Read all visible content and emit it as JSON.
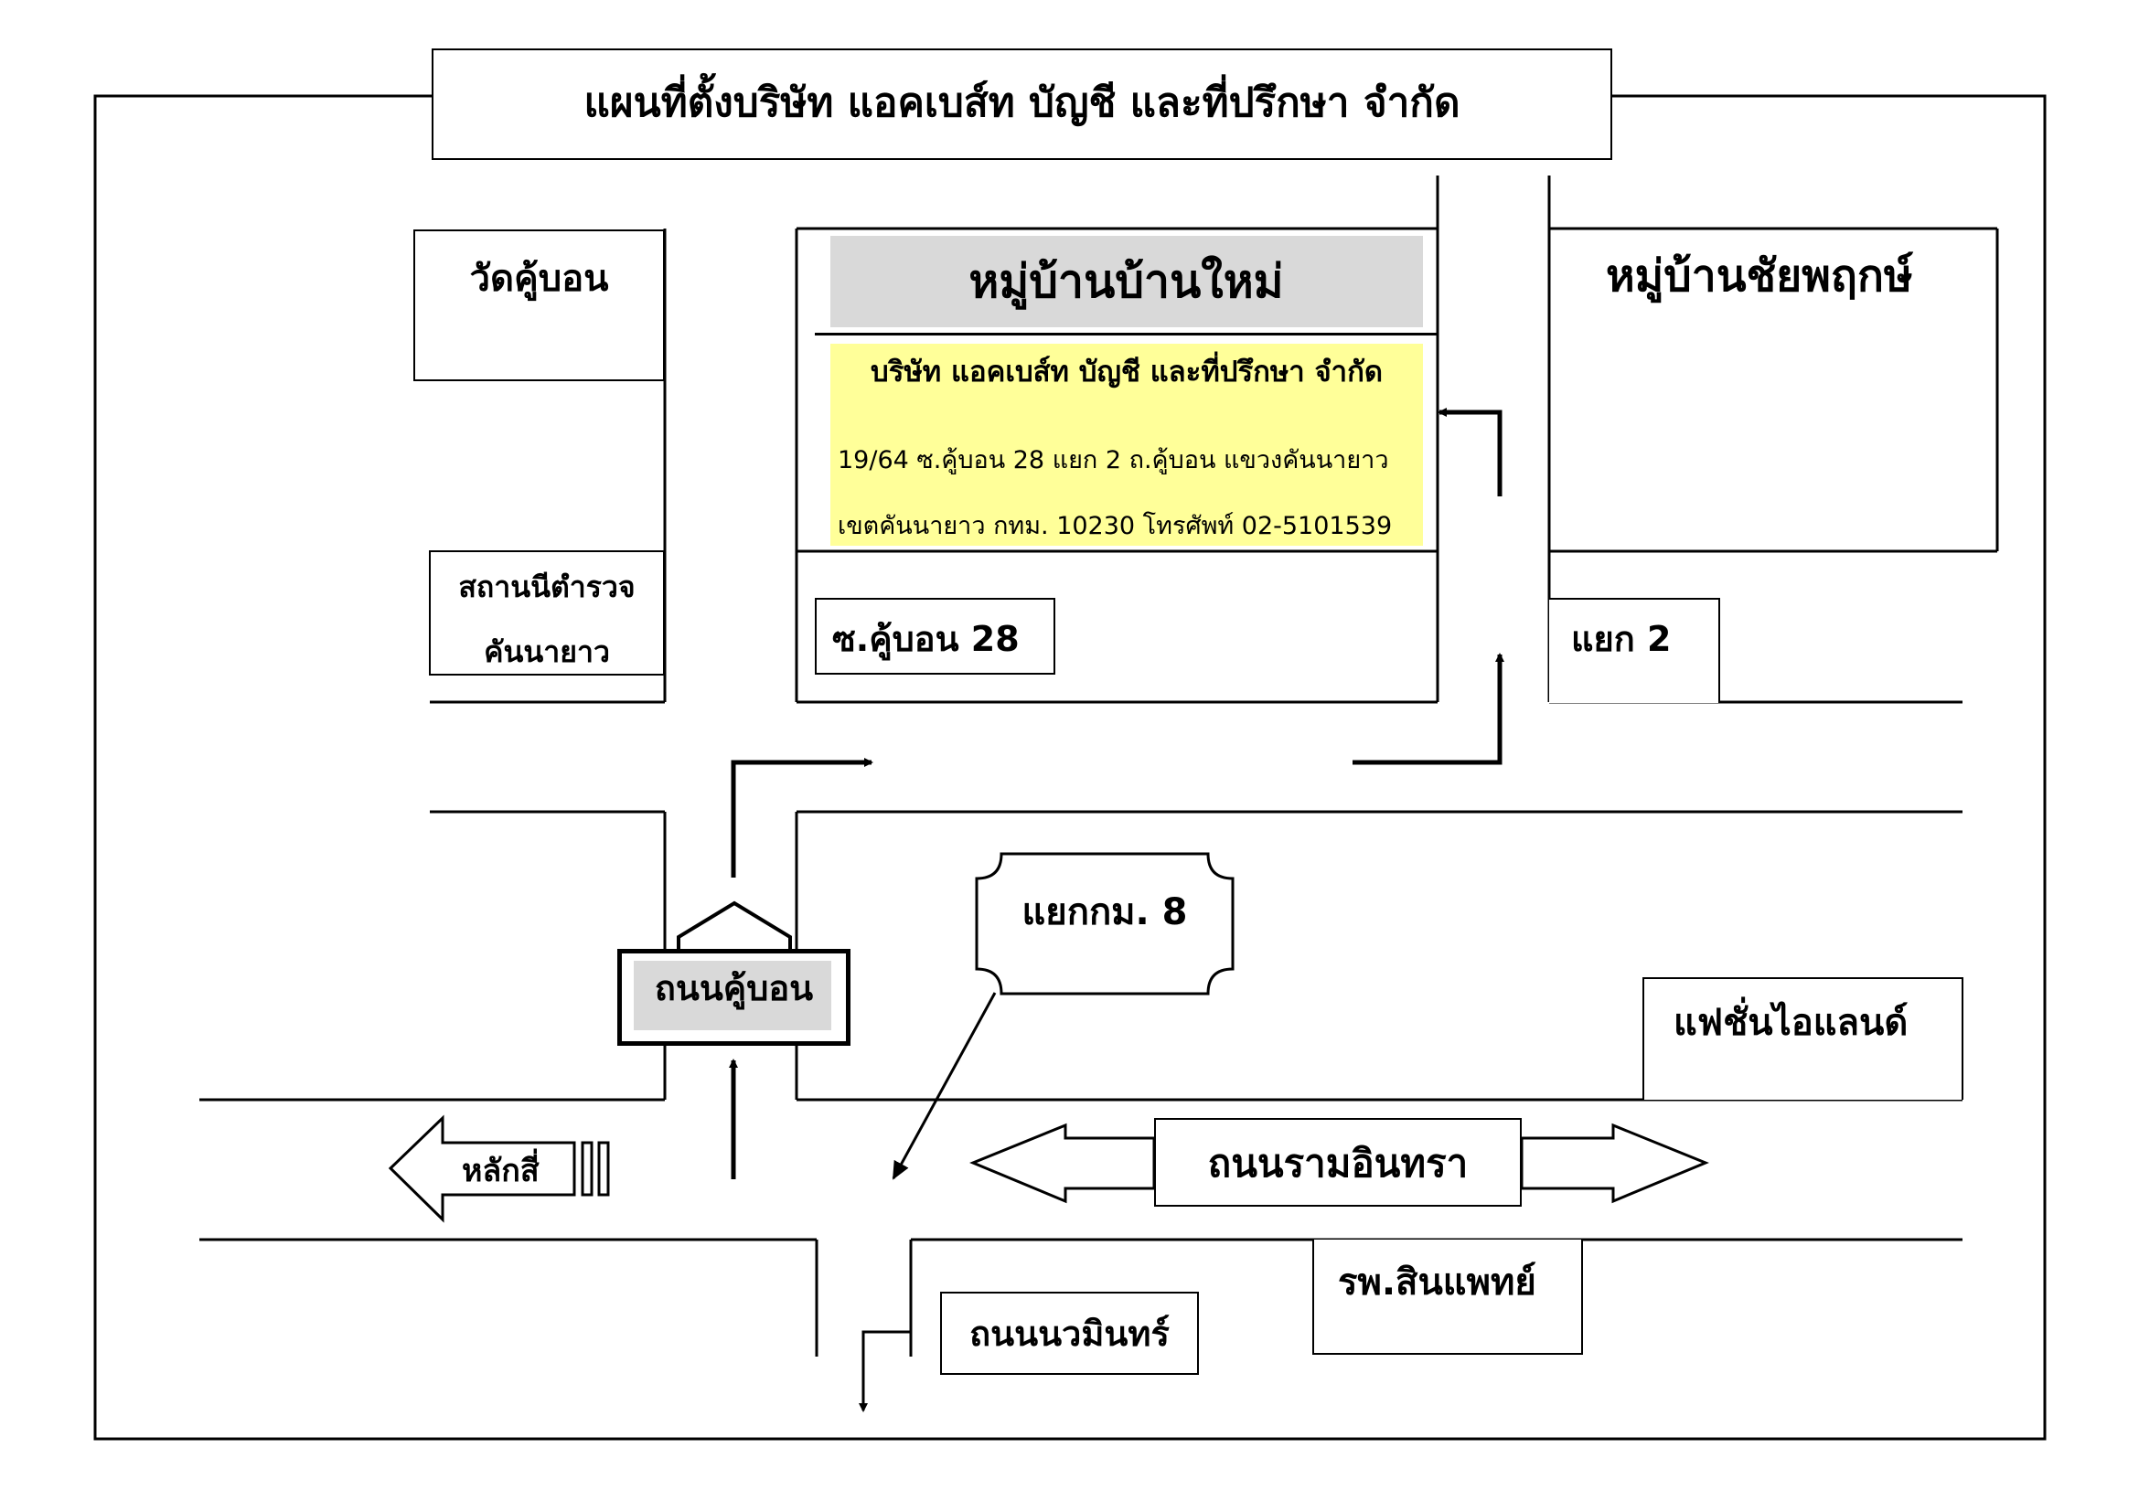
{
  "title": "แผนที่ตั้งบริษัท แอคเบส์ท บัญชี และที่ปรึกษา จำกัด",
  "landmarks": {
    "wat": "วัดคู้บอน",
    "police_line1": "สถานนีตำรวจ",
    "police_line2": "คันนายาว",
    "village_new": "หมู่บ้านบ้านใหม่",
    "village_chai": "หมู่บ้านชัยพฤกษ์",
    "soi": "ซ.คู้บอน 28",
    "branch": "แยก 2",
    "junction": "แยกกม. 8",
    "road_khubon": "ถนนคู้บอน",
    "fashion": "แฟชั่นไอแลนด์",
    "lak_si": "หลักสี่",
    "road_ramintra": "ถนนรามอินทรา",
    "hospital": "รพ.สินแพทย์",
    "road_nawamin": "ถนนนวมินทร์"
  },
  "company": {
    "name": "บริษัท แอคเบส์ท บัญชี และที่ปรึกษา จำกัด",
    "address_line1": "19/64 ซ.คู้บอน 28 แยก 2 ถ.คู้บอน แขวงคันนายาว",
    "address_line2": "เขตคันนายาว กทม. 10230 โทรศัพท์  02-5101539"
  },
  "colors": {
    "company_box": "#ffff99",
    "gray_fill": "#d9d9d9"
  }
}
